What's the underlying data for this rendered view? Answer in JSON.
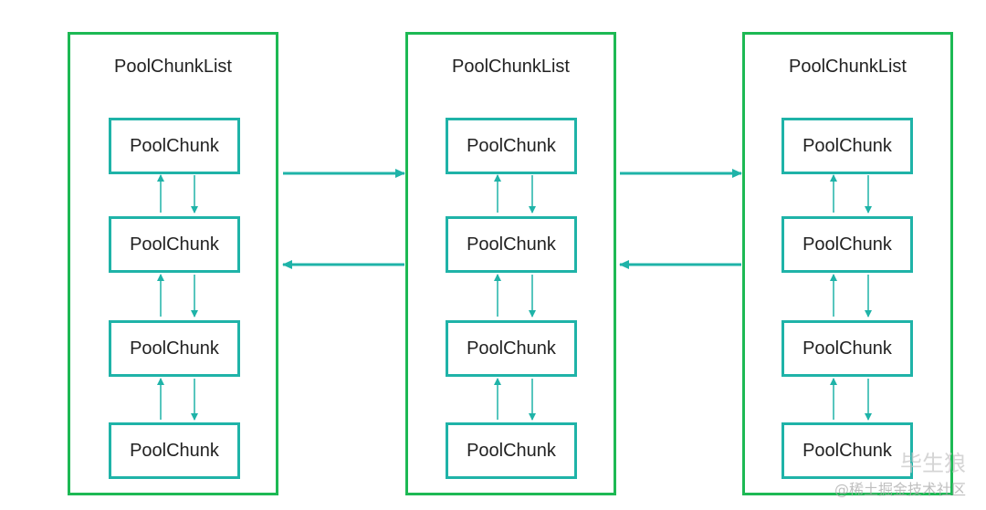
{
  "diagram": {
    "lists": [
      {
        "title": "PoolChunkList",
        "chunks": [
          "PoolChunk",
          "PoolChunk",
          "PoolChunk",
          "PoolChunk"
        ]
      },
      {
        "title": "PoolChunkList",
        "chunks": [
          "PoolChunk",
          "PoolChunk",
          "PoolChunk",
          "PoolChunk"
        ]
      },
      {
        "title": "PoolChunkList",
        "chunks": [
          "PoolChunk",
          "PoolChunk",
          "PoolChunk",
          "PoolChunk"
        ]
      }
    ],
    "colors": {
      "list_border": "#1db954",
      "chunk_border": "#1fb3a8",
      "arrow": "#1fb3a8"
    }
  },
  "watermark": {
    "author": "毕生狼",
    "community": "@稀土掘金技术社区"
  }
}
